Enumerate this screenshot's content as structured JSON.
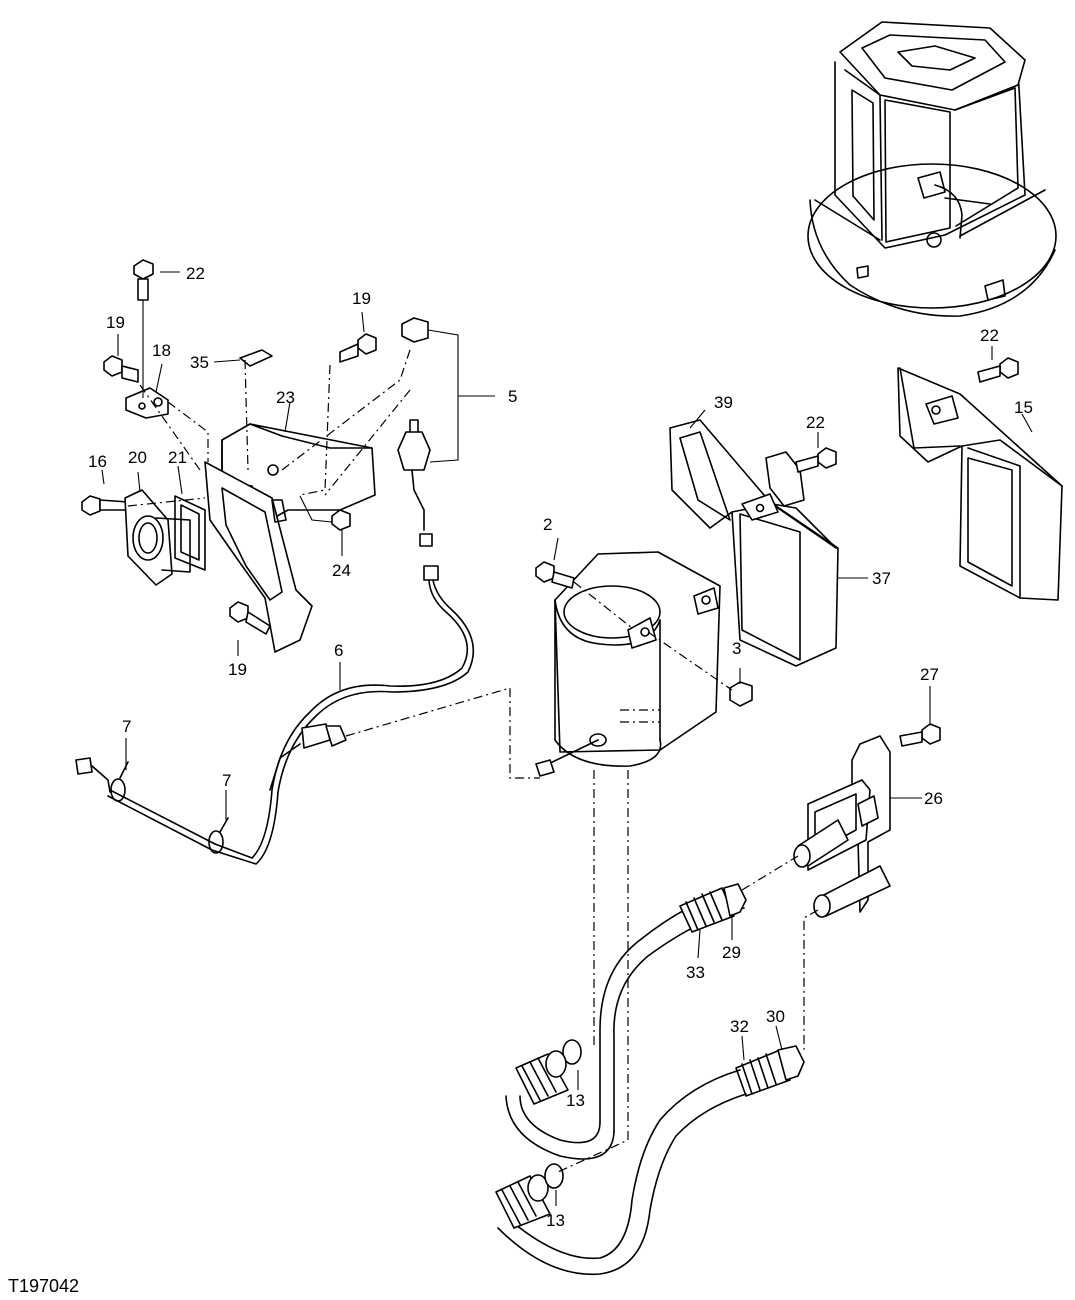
{
  "figure_id": "T197042",
  "callouts": {
    "c2": "2",
    "c3": "3",
    "c5": "5",
    "c6": "6",
    "c7a": "7",
    "c7b": "7",
    "c13a": "13",
    "c13b": "13",
    "c15": "15",
    "c16": "16",
    "c18": "18",
    "c19a": "19",
    "c19b": "19",
    "c19c": "19",
    "c20": "20",
    "c21": "21",
    "c22a": "22",
    "c22b": "22",
    "c22c": "22",
    "c23": "23",
    "c24": "24",
    "c26": "26",
    "c27": "27",
    "c29": "29",
    "c30": "30",
    "c32": "32",
    "c33": "33",
    "c35": "35",
    "c37": "37",
    "c39": "39"
  }
}
